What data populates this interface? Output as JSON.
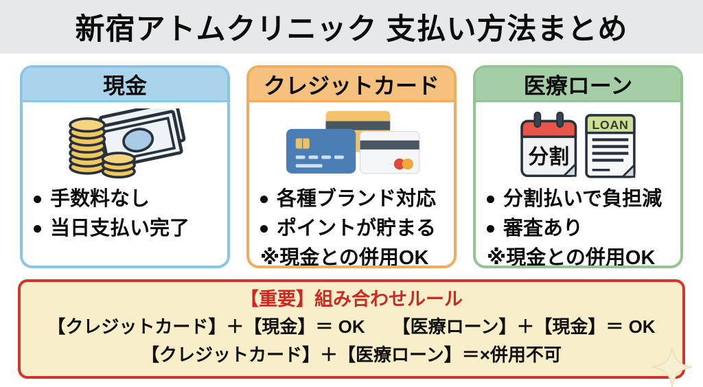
{
  "page": {
    "title": "新宿アトムクリニック 支払い方法まとめ"
  },
  "colors": {
    "title_band_bg": "#e6e8e9",
    "cash_accent": "#8bc5e6",
    "cash_header_bg": "#a9d4ec",
    "credit_accent": "#f0ad62",
    "credit_header_bg": "#f5c17e",
    "loan_accent": "#93c493",
    "loan_header_bg": "#a4cfa6",
    "rules_bg": "#f8efca",
    "rules_border": "#cd372b",
    "rules_title_red": "#cb2a22"
  },
  "cards": [
    {
      "title": "現金",
      "icon": "cash-icon",
      "bullets": [
        "手数料なし",
        "当日支払い完了"
      ],
      "note": ""
    },
    {
      "title": "クレジットカード",
      "icon": "credit-cards-icon",
      "bullets": [
        "各種ブランド対応",
        "ポイントが貯まる"
      ],
      "note": "※現金との併用OK"
    },
    {
      "title": "医療ローン",
      "icon": "installment-calendar-loan-doc-icon",
      "bullets": [
        "分割払いで負担減",
        "審査あり"
      ],
      "note": "※現金との併用OK"
    }
  ],
  "icon_labels": {
    "calendar": "分割",
    "loan_document": "LOAN"
  },
  "rules_box": {
    "title": "【重要】組み合わせルール",
    "line1": [
      "【クレジットカード】＋【現金】＝ OK",
      "【医療ローン】＋【現金】＝ OK"
    ],
    "line2": "【クレジットカード】＋【医療ローン】＝×併用不可"
  }
}
